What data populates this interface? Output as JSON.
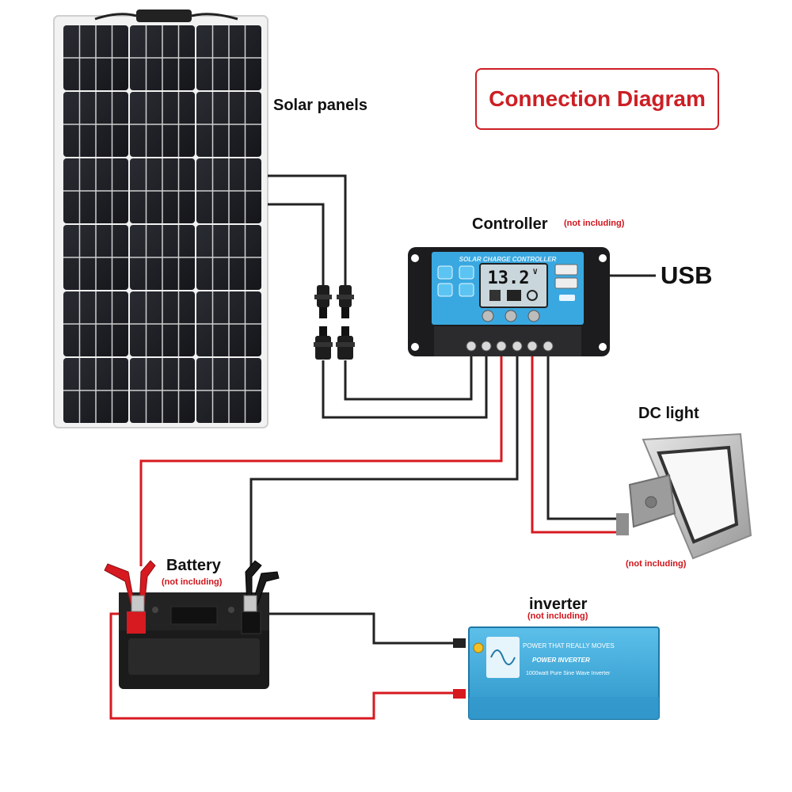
{
  "title": "Connection Diagram",
  "components": {
    "solar_panels": {
      "label": "Solar panels"
    },
    "controller": {
      "label": "Controller",
      "note": "(not including)",
      "panel_text": "SOLAR CHARGE CONTROLLER",
      "display_value": "13.2",
      "display_unit": "V"
    },
    "usb": {
      "label": "USB"
    },
    "dc_light": {
      "label": "DC light",
      "note": "(not including)"
    },
    "battery": {
      "label": "Battery",
      "note": "(not including)"
    },
    "inverter": {
      "label": "inverter",
      "note": "(not including)",
      "slogan": "POWER THAT REALLY MOVES",
      "brand": "POWER INVERTER",
      "spec": "1000watt Pure Sine Wave Inverter"
    }
  },
  "colors": {
    "positive_wire": "#d71920",
    "negative_wire": "#222222",
    "title_accent": "#cc1f24",
    "controller_face": "#3aa8e0",
    "inverter_body": "#3fa9d8"
  }
}
